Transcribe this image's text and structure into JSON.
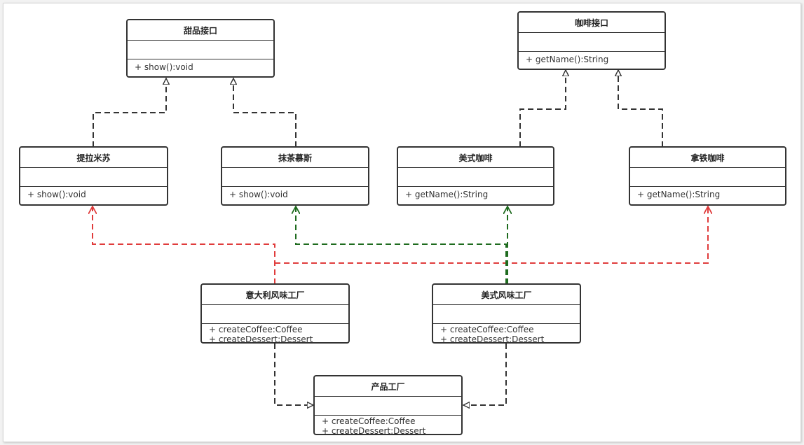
{
  "diagram": {
    "classes": [
      {
        "id": "dessert_interface",
        "title": "甜品接口",
        "methods": [
          "+ show():void"
        ]
      },
      {
        "id": "coffee_interface",
        "title": "咖啡接口",
        "methods": [
          "+ getName():String"
        ]
      },
      {
        "id": "tiramisu",
        "title": "提拉米苏",
        "methods": [
          "+ show():void"
        ]
      },
      {
        "id": "matcha_mousse",
        "title": "抹茶慕斯",
        "methods": [
          "+ show():void"
        ]
      },
      {
        "id": "american_coffee",
        "title": "美式咖啡",
        "methods": [
          "+ getName():String"
        ]
      },
      {
        "id": "latte",
        "title": "拿铁咖啡",
        "methods": [
          "+ getName():String"
        ]
      },
      {
        "id": "italian_factory",
        "title": "意大利风味工厂",
        "methods": [
          "+ createCoffee:Coffee",
          "+ createDessert:Dessert"
        ]
      },
      {
        "id": "american_factory",
        "title": "美式风味工厂",
        "methods": [
          "+ createCoffee:Coffee",
          "+ createDessert:Dessert"
        ]
      },
      {
        "id": "product_factory",
        "title": "产品工厂",
        "methods": [
          "+ createCoffee:Coffee",
          "+ createDessert:Dessert"
        ]
      }
    ],
    "relations": [
      {
        "from": "tiramisu",
        "to": "dessert_interface",
        "kind": "realization"
      },
      {
        "from": "matcha_mousse",
        "to": "dessert_interface",
        "kind": "realization"
      },
      {
        "from": "american_coffee",
        "to": "coffee_interface",
        "kind": "realization"
      },
      {
        "from": "latte",
        "to": "coffee_interface",
        "kind": "realization"
      },
      {
        "from": "italian_factory",
        "to": "tiramisu",
        "kind": "dependency"
      },
      {
        "from": "italian_factory",
        "to": "latte",
        "kind": "dependency"
      },
      {
        "from": "american_factory",
        "to": "matcha_mousse",
        "kind": "dependency"
      },
      {
        "from": "american_factory",
        "to": "american_coffee",
        "kind": "dependency"
      },
      {
        "from": "italian_factory",
        "to": "product_factory",
        "kind": "realization"
      },
      {
        "from": "american_factory",
        "to": "product_factory",
        "kind": "realization"
      }
    ],
    "colors": {
      "border": "#333333",
      "realization": "#333333",
      "dependency_red": "#e03c3c",
      "dependency_green": "#1e6b1e"
    }
  }
}
